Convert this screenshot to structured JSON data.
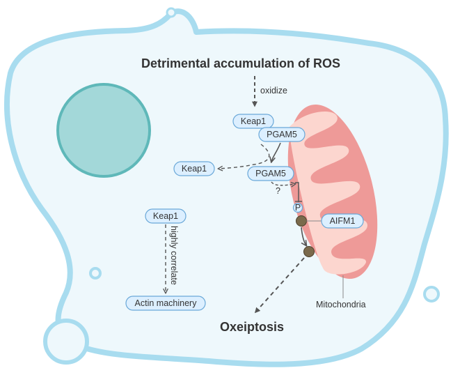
{
  "title": "Detrimental accumulation of ROS",
  "arrow_labels": {
    "oxidize": "oxidize",
    "question": "?",
    "highly_correlate": "highly correlate",
    "phospho": "P"
  },
  "proteins": {
    "keap1_top": "Keap1",
    "pgam5_top": "PGAM5",
    "keap1_released": "Keap1",
    "pgam5_cleaved": "PGAM5",
    "aifm1": "AIFM1",
    "keap1_left": "Keap1",
    "actin": "Actin machinery"
  },
  "organelles": {
    "mitochondria": "Mitochondria"
  },
  "outcome": "Oxeiptosis",
  "colors": {
    "cell_border": "#a8dcef",
    "cell_fill": "#eef8fc",
    "nucleus_fill": "#a3d8d9",
    "nucleus_border": "#5fb8b9",
    "mito_outer": "#ee9a98",
    "mito_inner": "#fcd6cf",
    "pill_fill": "#dcefff",
    "pill_border": "#6aa8d8",
    "bead_fill": "#7a6a4c",
    "arrow": "#555555"
  }
}
